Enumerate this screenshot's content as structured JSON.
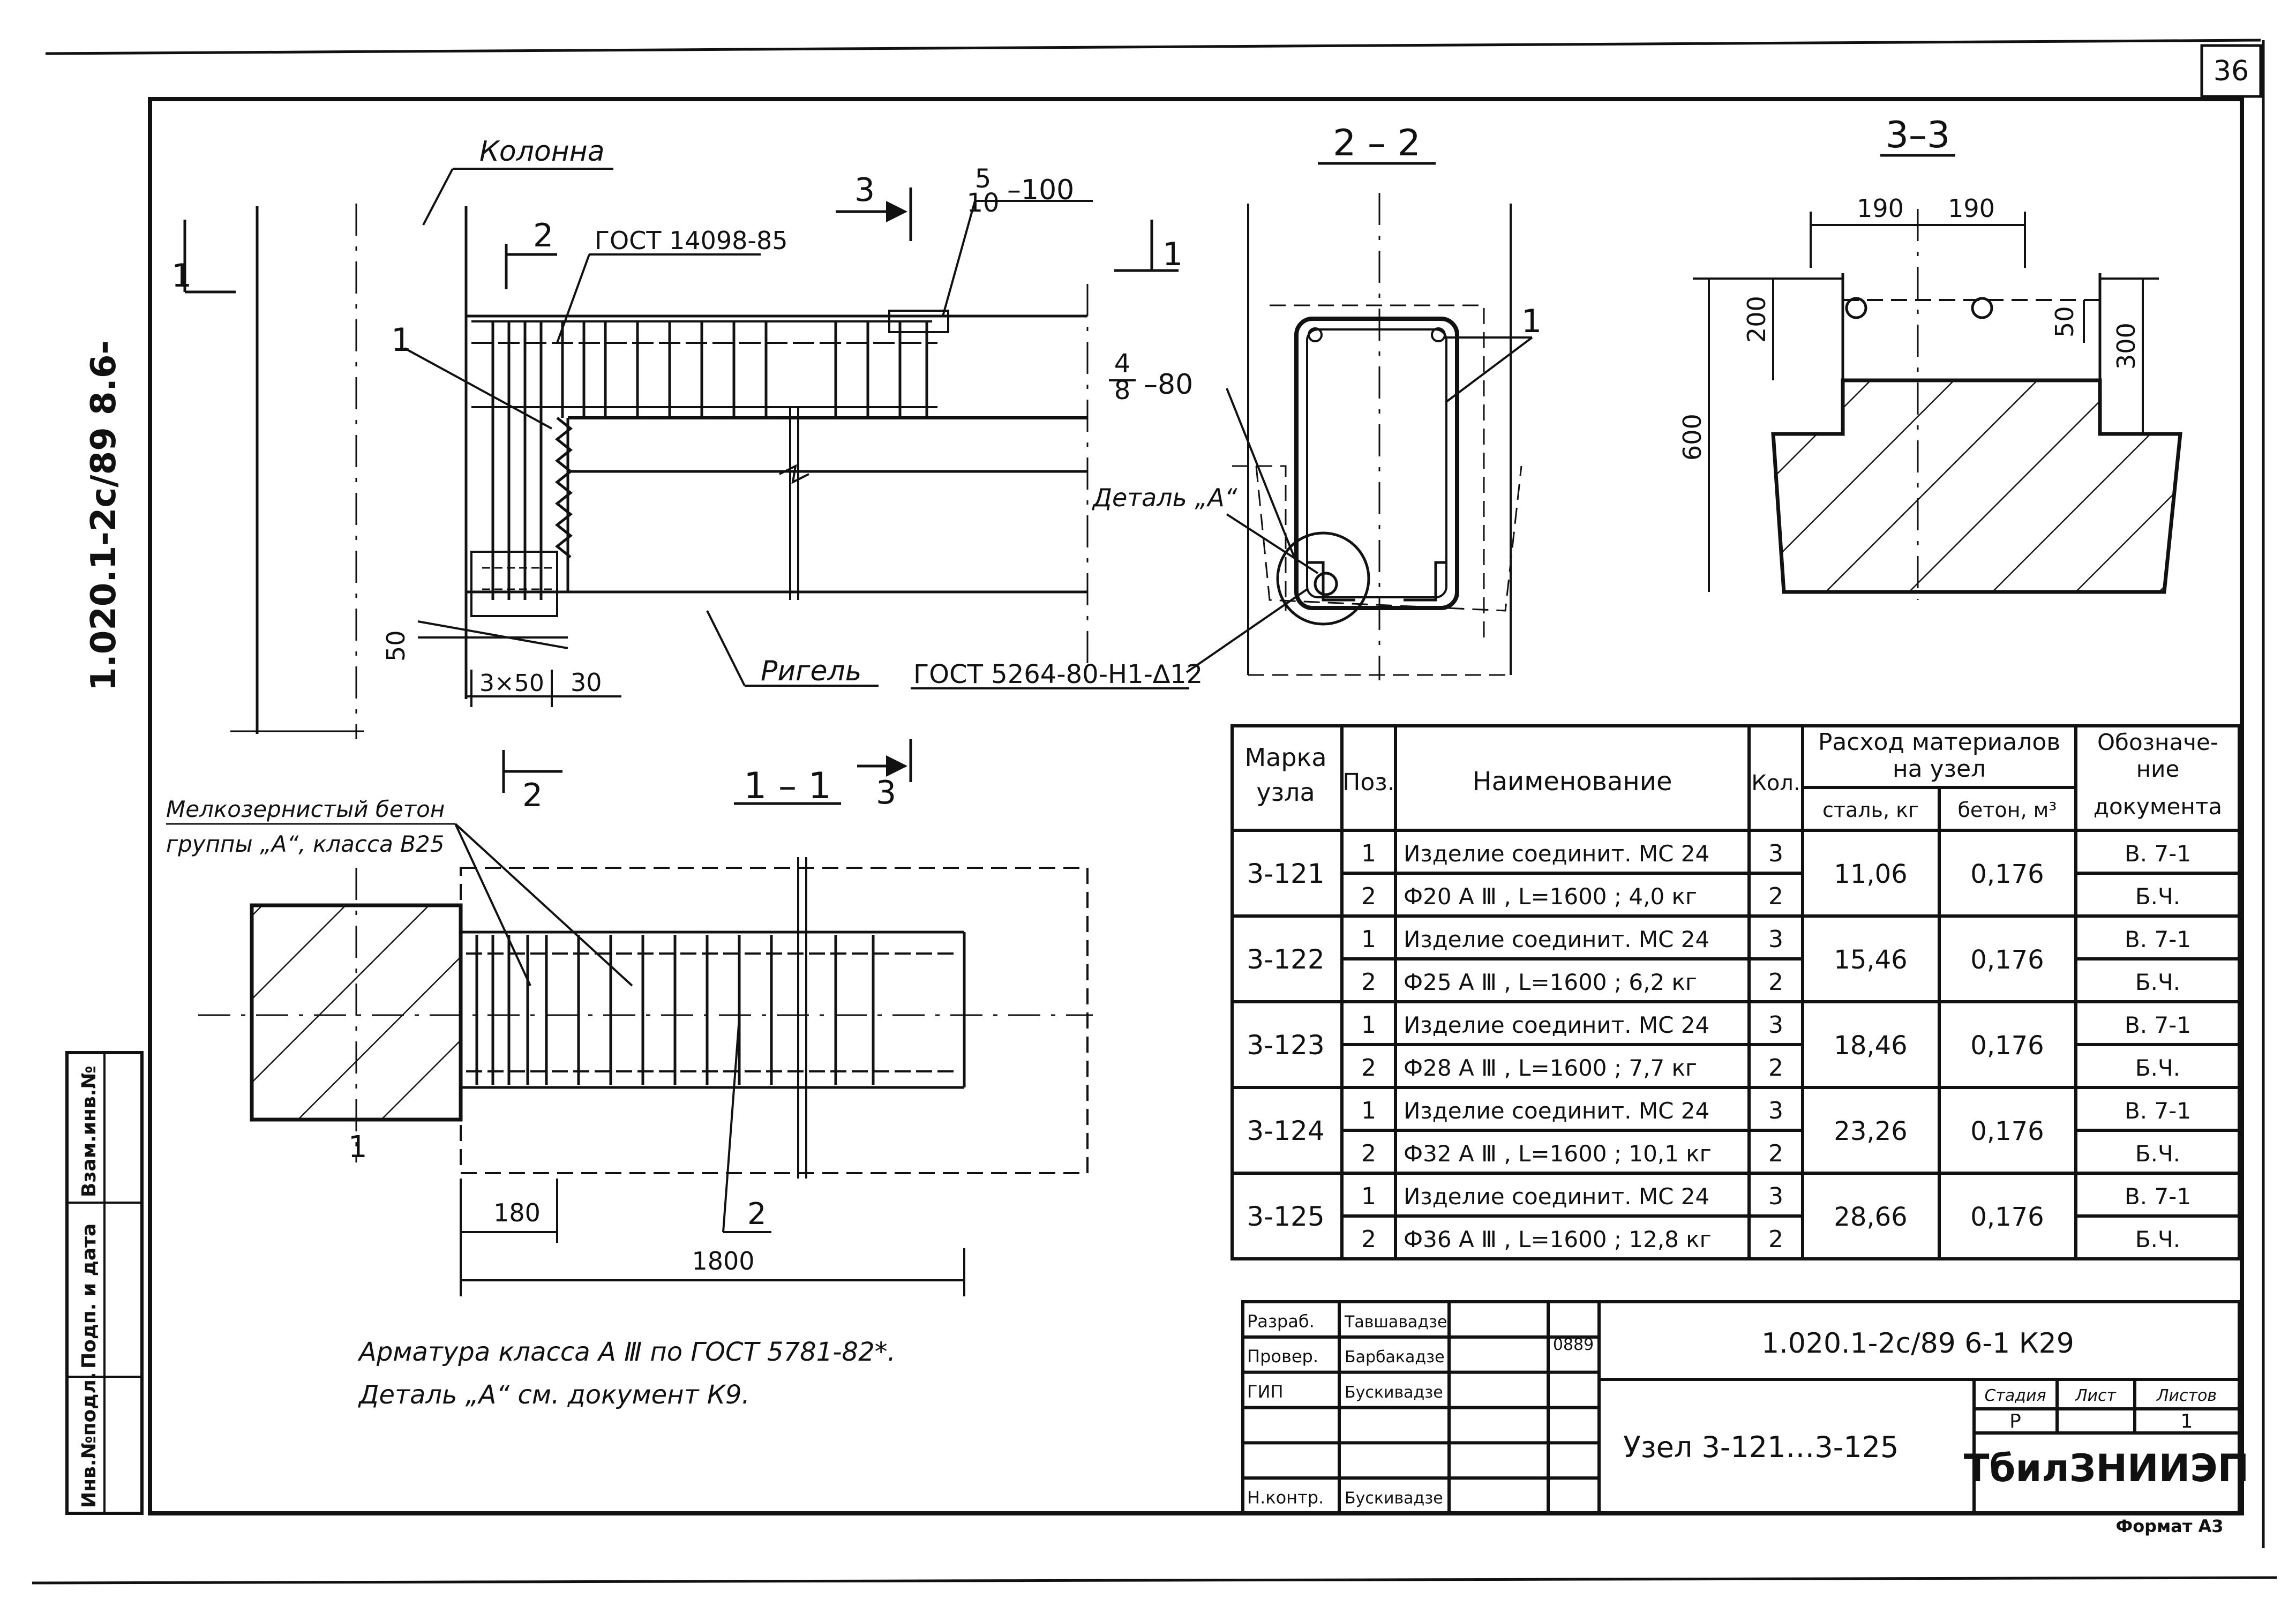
{
  "sheet_number": "36",
  "side_code": "1.020.1-2c/89 8.6-",
  "left_strip": {
    "inv_no": "Инв.№подл.",
    "sign_date": "Подп. и дата",
    "replace_inv": "Взам.инв.№"
  },
  "views": {
    "title_2_2": "2 – 2",
    "title_3_3": "3–3",
    "title_1_1": "1 – 1"
  },
  "plan": {
    "label_column": "Колонна",
    "label_rigel": "Ригель",
    "gost_weld": "ГОСТ 14098-85",
    "gost_rebar": "ГОСТ 5264-80-Н1-∆12",
    "stirrup_top_num": "5",
    "stirrup_top_den": "10",
    "stirrup_top_step": "–100",
    "stirrup_mid_num": "4",
    "stirrup_mid_den": "8",
    "stirrup_mid_step": "–80",
    "detail_a": "Деталь „А“",
    "section_3": "3",
    "section_2": "2",
    "section_1": "1",
    "pos_1": "1",
    "dim_50": "50",
    "dim_3x50": "3×50",
    "dim_30": "30"
  },
  "view_1_1": {
    "concrete_note_line1": "Мелкозернистый бетон",
    "concrete_note_line2": "группы „А“, класса В25",
    "dim_180": "180",
    "dim_1800": "1800",
    "pos_2": "2",
    "pos_1": "1",
    "section_2": "2",
    "section_3": "3"
  },
  "view_2_2": {
    "pos_1": "1"
  },
  "view_3_3": {
    "dim_190a": "190",
    "dim_190b": "190",
    "dim_200": "200",
    "dim_50": "50",
    "dim_300": "300",
    "dim_600": "600"
  },
  "notes": {
    "line1": "Арматура класса А Ⅲ по ГОСТ 5781-82*.",
    "line2": "Деталь „А“ см. документ К9."
  },
  "spec_table": {
    "headers": {
      "mark": "Марка узла",
      "pos": "Поз.",
      "name": "Наименование",
      "qty": "Кол.",
      "consumption": "Расход материалов на узел",
      "steel": "сталь, кг",
      "concrete": "бетон, м³",
      "doc": "Обозначение документа"
    },
    "rows": [
      {
        "mark": "3-121",
        "steel": "11,06",
        "concrete": "0,176",
        "items": [
          {
            "pos": "1",
            "name": "Изделие соединит. МС 24",
            "qty": "3",
            "doc": "В. 7-1"
          },
          {
            "pos": "2",
            "name": "Ф20 А Ⅲ , L=1600 ; 4,0 кг",
            "qty": "2",
            "doc": "Б.Ч."
          }
        ]
      },
      {
        "mark": "3-122",
        "steel": "15,46",
        "concrete": "0,176",
        "items": [
          {
            "pos": "1",
            "name": "Изделие соединит. МС 24",
            "qty": "3",
            "doc": "В. 7-1"
          },
          {
            "pos": "2",
            "name": "Ф25 А Ⅲ , L=1600 ; 6,2 кг",
            "qty": "2",
            "doc": "Б.Ч."
          }
        ]
      },
      {
        "mark": "3-123",
        "steel": "18,46",
        "concrete": "0,176",
        "items": [
          {
            "pos": "1",
            "name": "Изделие соединит. МС 24",
            "qty": "3",
            "doc": "В. 7-1"
          },
          {
            "pos": "2",
            "name": "Ф28 А Ⅲ , L=1600 ; 7,7 кг",
            "qty": "2",
            "doc": "Б.Ч."
          }
        ]
      },
      {
        "mark": "3-124",
        "steel": "23,26",
        "concrete": "0,176",
        "items": [
          {
            "pos": "1",
            "name": "Изделие соединит. МС 24",
            "qty": "3",
            "doc": "В. 7-1"
          },
          {
            "pos": "2",
            "name": "Ф32 А Ⅲ , L=1600 ; 10,1 кг",
            "qty": "2",
            "doc": "Б.Ч."
          }
        ]
      },
      {
        "mark": "3-125",
        "steel": "28,66",
        "concrete": "0,176",
        "items": [
          {
            "pos": "1",
            "name": "Изделие соединит. МС 24",
            "qty": "3",
            "doc": "В. 7-1"
          },
          {
            "pos": "2",
            "name": "Ф36 А Ⅲ , L=1600 ; 12,8 кг",
            "qty": "2",
            "doc": "Б.Ч."
          }
        ]
      }
    ]
  },
  "title_block": {
    "roles": [
      {
        "role": "Разраб.",
        "name": "Тавшавадзе"
      },
      {
        "role": "Провер.",
        "name": "Барбакадзе"
      },
      {
        "role": "ГИП",
        "name": "Бускивадзе"
      },
      {
        "role": "",
        "name": ""
      },
      {
        "role": "",
        "name": ""
      },
      {
        "role": "Н.контр.",
        "name": "Бускивадзе"
      }
    ],
    "date": "0889",
    "doc_code": "1.020.1-2с/89 6-1 К29",
    "title": "Узел 3-121…3-125",
    "stage_label": "Стадия",
    "sheet_label": "Лист",
    "sheets_label": "Листов",
    "stage": "Р",
    "sheet": "",
    "sheets": "1",
    "org": "ТбилЗНИИЭП",
    "format": "Формат А3"
  }
}
